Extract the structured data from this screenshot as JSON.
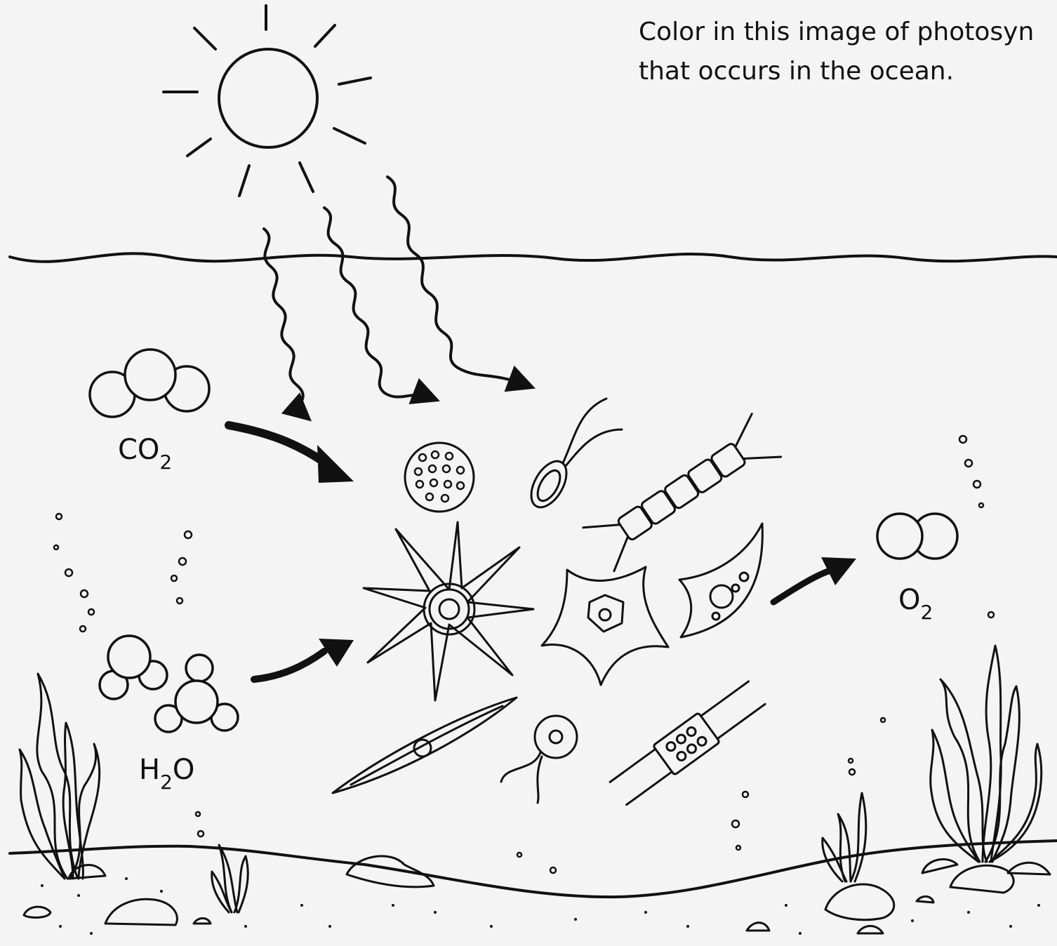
{
  "caption": {
    "line1": "Color in this image of photosyn",
    "line2": "that occurs in the ocean."
  },
  "labels": {
    "co2": {
      "main": "CO",
      "sub": "2"
    },
    "h2o": {
      "main_a": "H",
      "sub": "2",
      "main_b": "O"
    },
    "o2": {
      "main": "O",
      "sub": "2"
    }
  }
}
